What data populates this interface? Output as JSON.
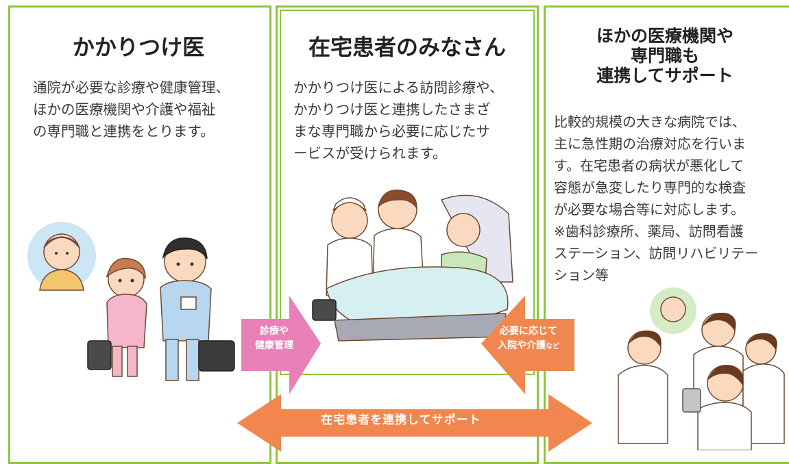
{
  "panels": {
    "left": {
      "title": "かかりつけ医",
      "lines": [
        "通院が必要な診療や健康管理、",
        "ほかの医療機関や介護や福祉",
        "の専門職と連携をとります。"
      ]
    },
    "center": {
      "title": "在宅患者のみなさん",
      "lines": [
        "かかりつけ医による訪問診療や、",
        "かかりつけ医と連携したさまざ",
        "まな専門職から必要に応じたサ",
        "ービスが受けられます。"
      ]
    },
    "right": {
      "title_lines": [
        "ほかの医療機関や",
        "専門職も",
        "連携してサポート"
      ],
      "lines": [
        "比較的規模の大きな病院では、",
        "主に急性期の治療対応を行いま",
        "す。在宅患者の病状が悪化して",
        "容態が急変したり専門的な検査",
        "が必要な場合等に対応します。",
        "※歯科診療所、薬局、訪問看護",
        "ステーション、訪問リハビリテー",
        "ション等"
      ]
    }
  },
  "arrows": {
    "pink": {
      "line1": "診療や",
      "line2": "健康管理",
      "color": "#e980b7"
    },
    "orange": {
      "line1": "必要に応じて",
      "line2": "入院や介護",
      "line2_suffix": "など",
      "color": "#f0874f"
    },
    "bottom": {
      "label": "在宅患者を連携してサポート",
      "color": "#f0874f"
    }
  },
  "colors": {
    "border": "#8cc63f"
  }
}
